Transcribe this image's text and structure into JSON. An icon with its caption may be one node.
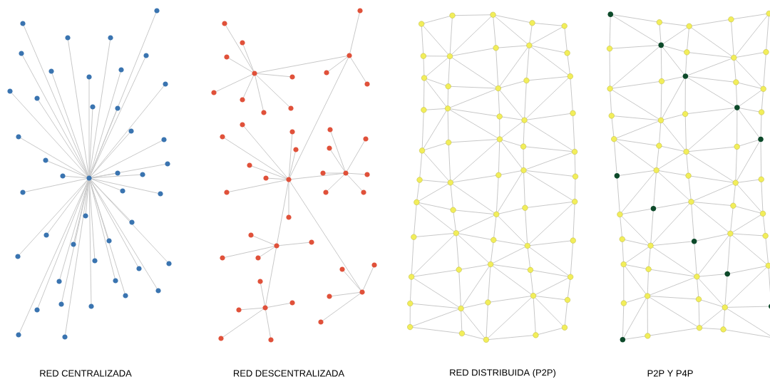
{
  "diagram": {
    "labels": [
      "RED CENTRALIZADA",
      "RED DESCENTRALIZADA",
      "RED DISTRIBUIDA (P2P)",
      "P2P Y P4P"
    ]
  }
}
